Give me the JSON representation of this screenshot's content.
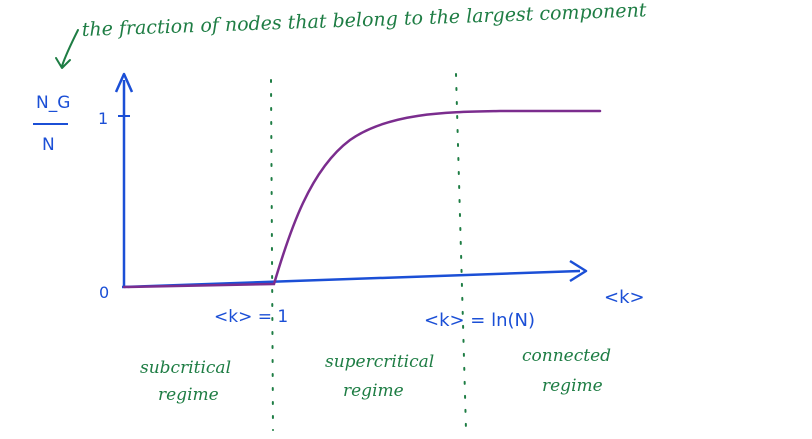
{
  "annotation": "the fraction of nodes that belong to the largest component",
  "y_axis": {
    "numerator": "N_G",
    "denominator": "N",
    "tick_one": "1",
    "tick_zero": "0"
  },
  "x_axis": {
    "label": "<k>"
  },
  "thresholds": [
    {
      "label": "<k> = 1"
    },
    {
      "label": "<k> = ln(N)"
    }
  ],
  "regimes": [
    {
      "line1": "subcritical",
      "line2": "regime"
    },
    {
      "line1": "supercritical",
      "line2": "regime"
    },
    {
      "line1": "connected",
      "line2": "regime"
    }
  ],
  "colors": {
    "annotation": "#1e7d44",
    "axes": "#1b4fd6",
    "curve": "#7b2d8e",
    "dividers": "#1e7d44"
  }
}
